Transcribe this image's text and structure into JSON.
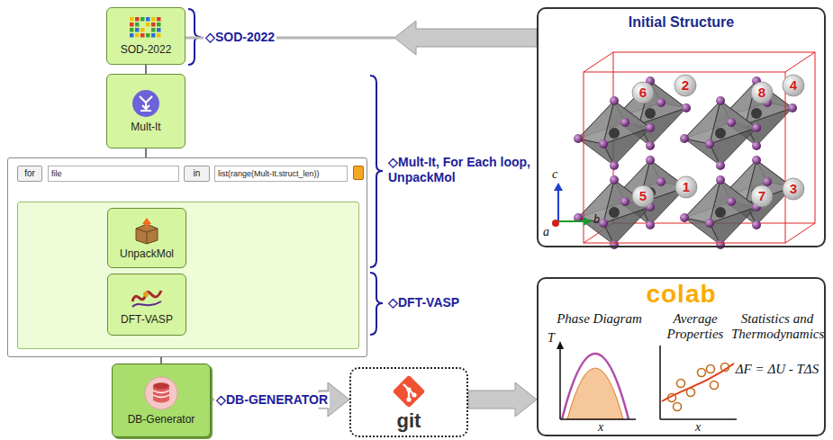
{
  "diagram": {
    "nodes": [
      {
        "text": [
          "SOD-2022"
        ]
      },
      {
        "text": [
          "Mult-It"
        ]
      },
      {
        "text": [
          "for",
          "file",
          "in",
          "list(range(Mult-It.struct_len))"
        ]
      },
      {
        "text": [
          "UnpackMol"
        ],
        "in": 2
      },
      {
        "text": [
          "DFT-VASP"
        ],
        "in": 2
      },
      {
        "text": [
          "DB-Generator"
        ]
      },
      {
        "text": [
          "git"
        ]
      },
      {
        "text": [
          "Initial Structure"
        ]
      },
      {
        "text": [
          "colab",
          "Phase Diagram",
          "Average Properties",
          "Statistics and Thermodynamics",
          "ΔF = ΔU - TΔS"
        ]
      }
    ],
    "edges": [
      {
        "from": 0,
        "to": 1,
        "arrow": "none"
      },
      {
        "from": 1,
        "to": 2,
        "arrow": "none"
      },
      {
        "from": 3,
        "to": 4,
        "arrow": "none"
      },
      {
        "from": 2,
        "to": 5,
        "arrow": "none"
      },
      {
        "from": 7,
        "to": 0,
        "arrow": "to"
      },
      {
        "from": 5,
        "to": 6,
        "arrow": "to"
      },
      {
        "from": 6,
        "to": 8,
        "arrow": "to"
      }
    ],
    "labels": [
      "◇SOD-2022",
      "◇Mult-It, For Each loop, UnpackMol",
      "◇DFT-VASP",
      "◇DB-GENERATOR",
      "6",
      "2",
      "8",
      "4",
      "5",
      "1",
      "7",
      "3",
      "c",
      "a",
      "b",
      "T",
      "x",
      "x"
    ]
  }
}
